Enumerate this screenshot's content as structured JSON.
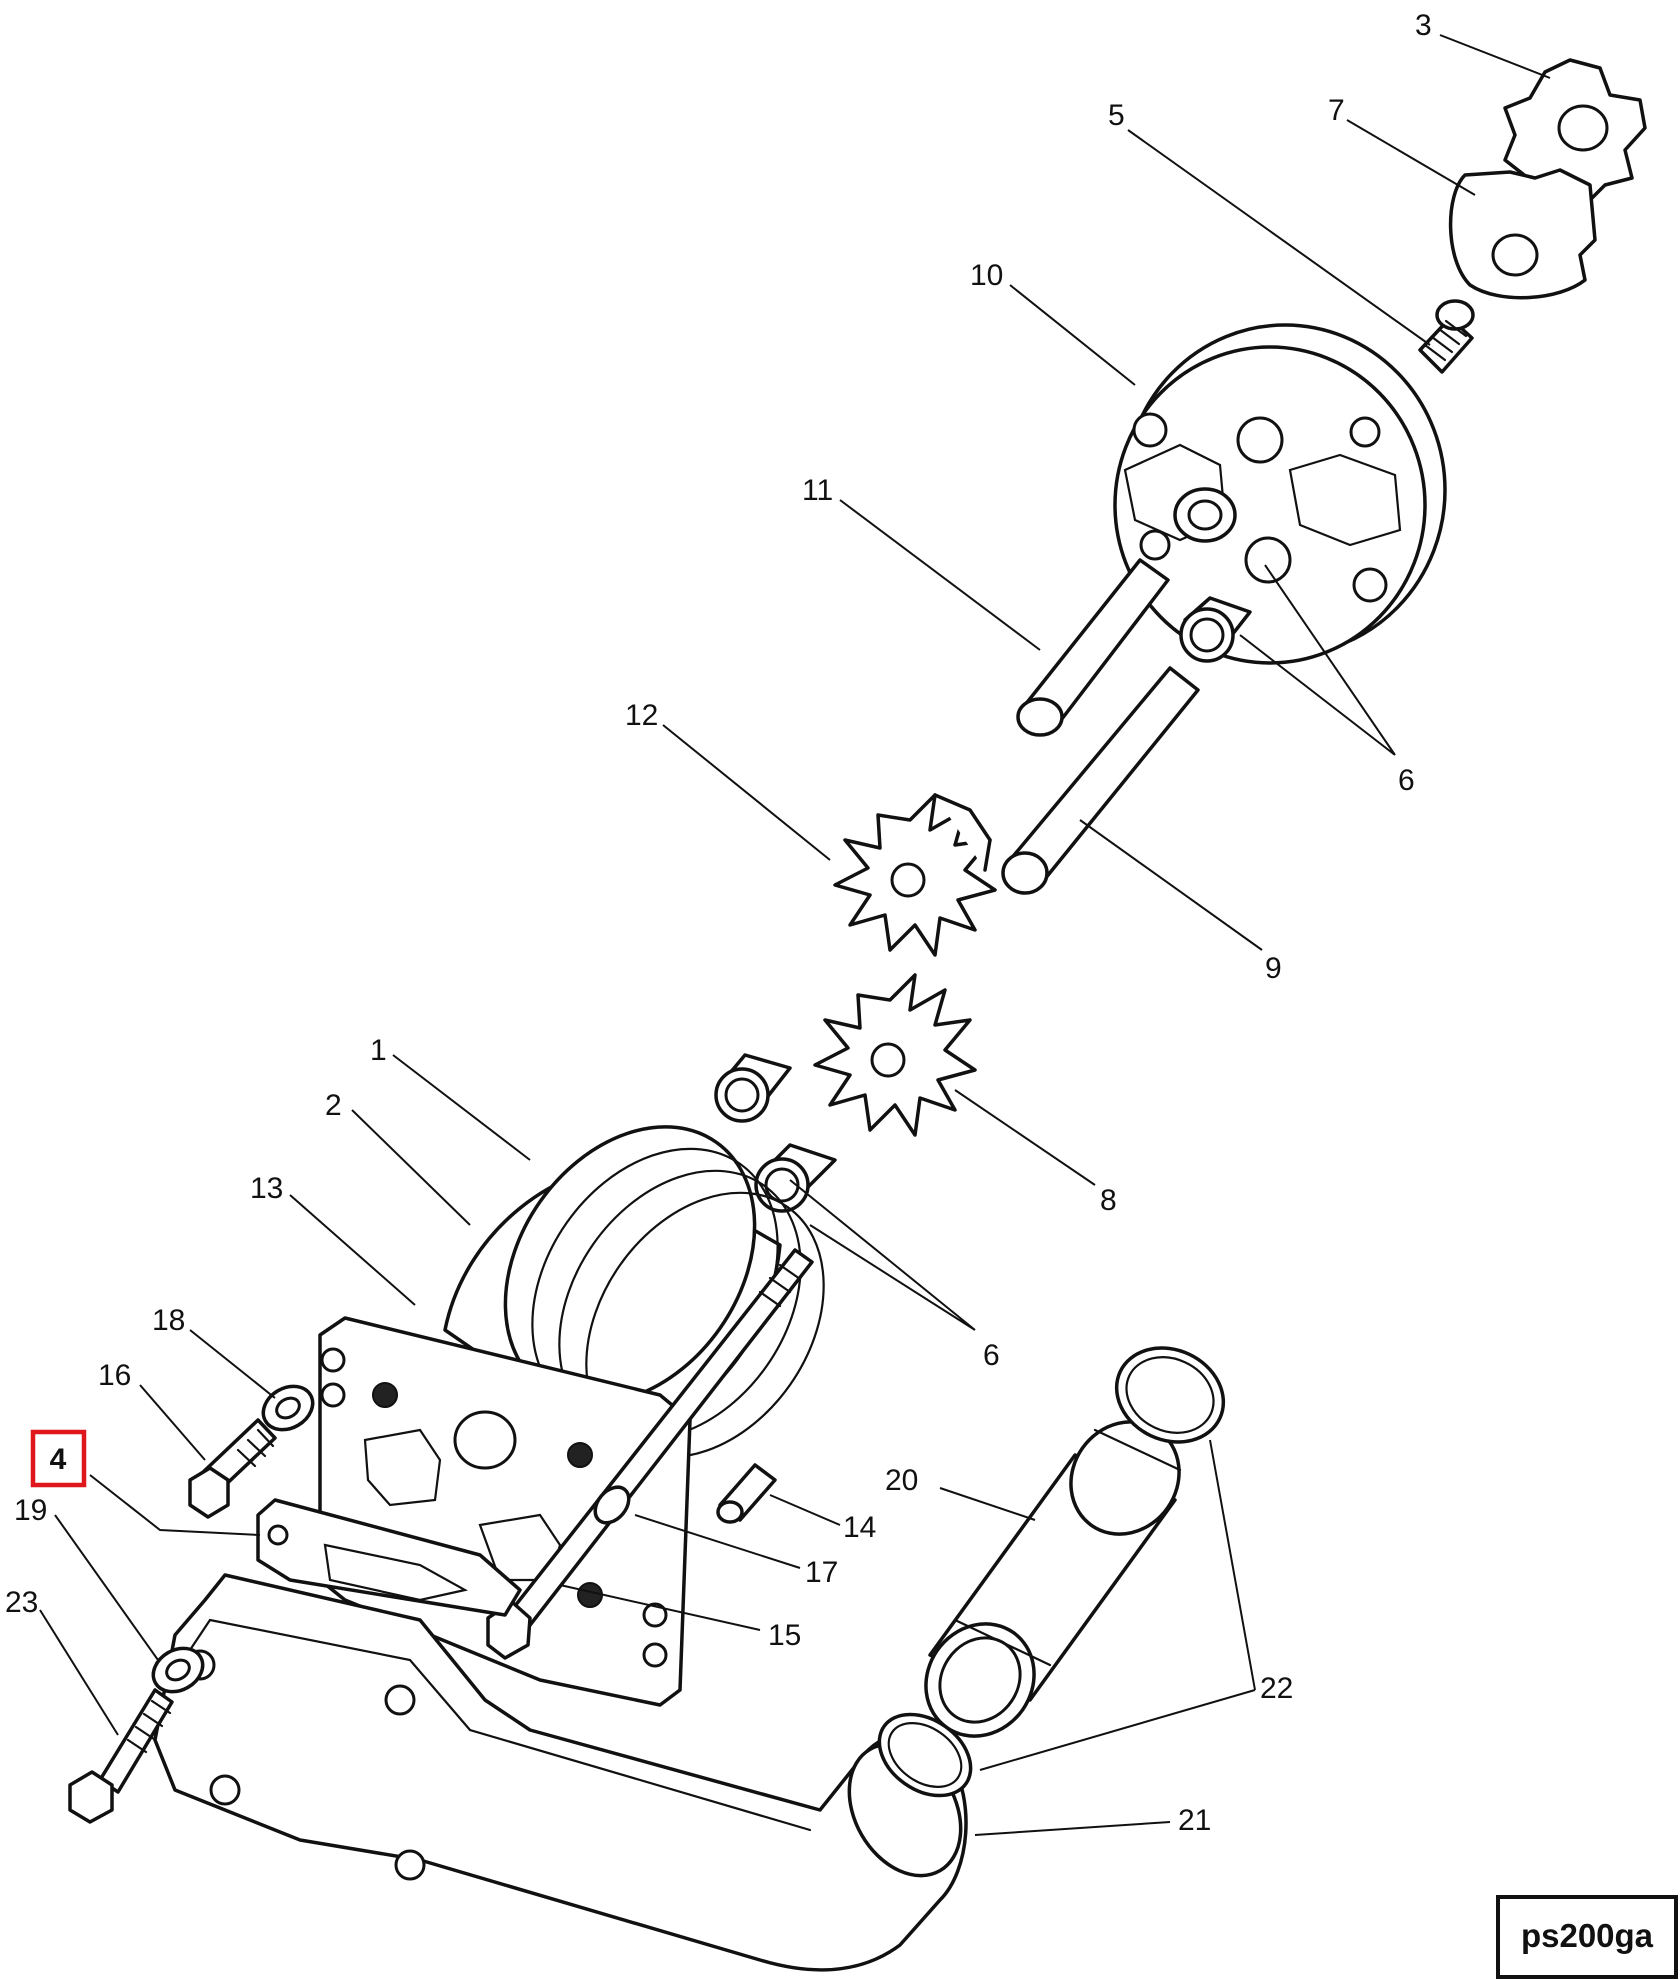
{
  "diagram": {
    "callouts": [
      {
        "key": "p1",
        "label": "1"
      },
      {
        "key": "p2",
        "label": "2"
      },
      {
        "key": "p3",
        "label": "3"
      },
      {
        "key": "p4",
        "label": "4",
        "highlight": true
      },
      {
        "key": "p5",
        "label": "5"
      },
      {
        "key": "p6a",
        "label": "6"
      },
      {
        "key": "p6b",
        "label": "6"
      },
      {
        "key": "p7",
        "label": "7"
      },
      {
        "key": "p8",
        "label": "8"
      },
      {
        "key": "p9",
        "label": "9"
      },
      {
        "key": "p10",
        "label": "10"
      },
      {
        "key": "p11",
        "label": "11"
      },
      {
        "key": "p12",
        "label": "12"
      },
      {
        "key": "p13",
        "label": "13"
      },
      {
        "key": "p14",
        "label": "14"
      },
      {
        "key": "p15",
        "label": "15"
      },
      {
        "key": "p16",
        "label": "16"
      },
      {
        "key": "p17",
        "label": "17"
      },
      {
        "key": "p18",
        "label": "18"
      },
      {
        "key": "p19",
        "label": "19"
      },
      {
        "key": "p20",
        "label": "20"
      },
      {
        "key": "p21",
        "label": "21"
      },
      {
        "key": "p22",
        "label": "22"
      },
      {
        "key": "p23",
        "label": "23"
      }
    ],
    "drawing_code": "ps200ga",
    "highlight_color": "#e0161d",
    "line_color": "#111111"
  }
}
